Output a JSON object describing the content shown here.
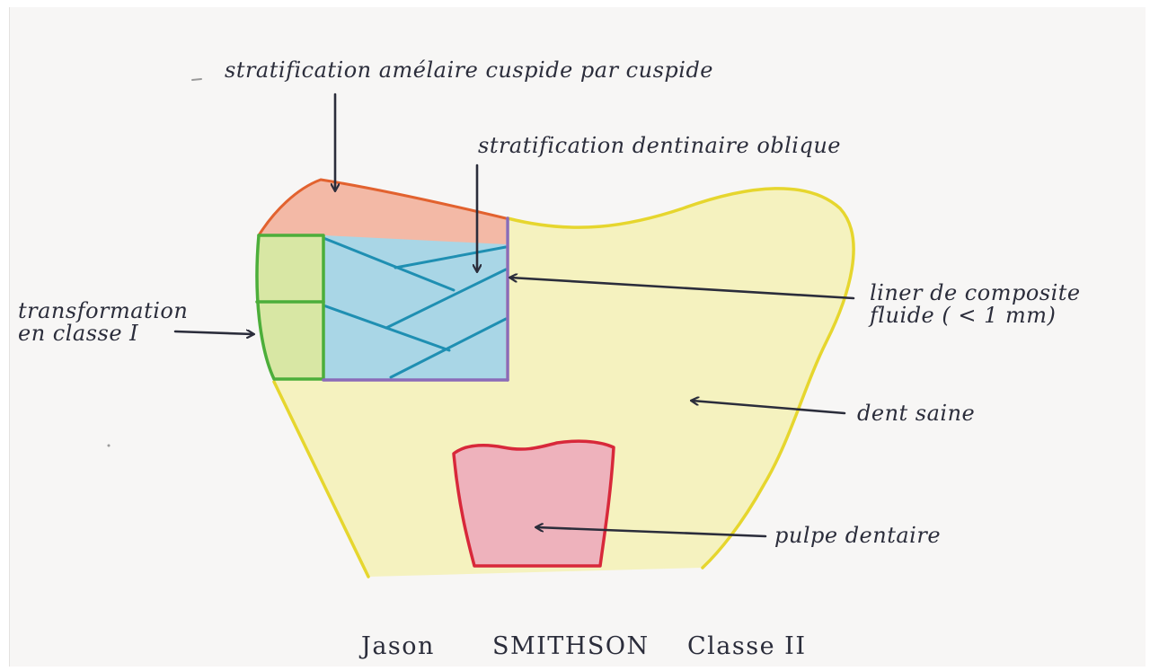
{
  "labels": {
    "enamel_layering": "stratification amélaire cuspide par cuspide",
    "dentin_layering": "stratification dentinaire oblique",
    "class_conversion": [
      "transformation",
      "en classe I"
    ],
    "flowable_liner": [
      "liner de composite",
      "fluide ( < 1 mm)"
    ],
    "healthy_tooth": "dent saine",
    "dental_pulp": "pulpe dentaire"
  },
  "footer": {
    "first_name": "Jason",
    "last_name": "SMITHSON",
    "class_name": "Classe II"
  },
  "colors": {
    "enamel": "#f3b9a6",
    "enamel_outline": "#e2622f",
    "dentin_layers": "#a9d6e6",
    "dentin_strokes": "#1f8fb2",
    "box_wall": "#d8e7a4",
    "box_outline": "#4cae3a",
    "liner": "#8a6bb8",
    "tooth": "#f5f2bf",
    "tooth_outline": "#e6d62e",
    "pulp": "#eeb2bc",
    "pulp_outline": "#d8283a",
    "ink": "#2b2d3b"
  }
}
